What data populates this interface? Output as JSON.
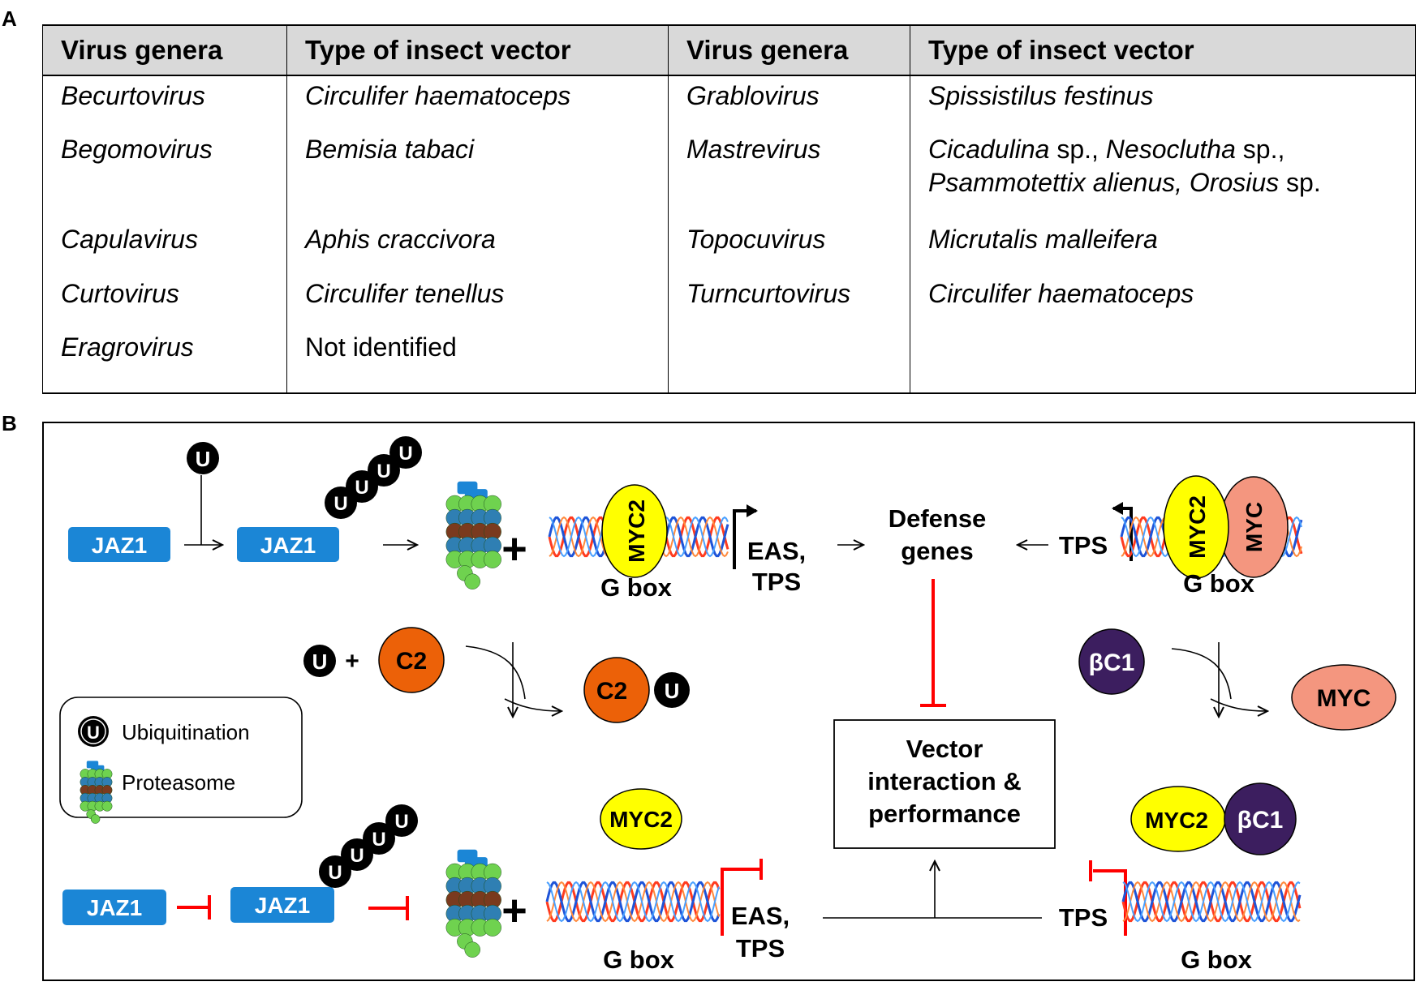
{
  "panels": {
    "a": "A",
    "b": "B"
  },
  "table": {
    "headers": [
      "Virus genera",
      "Type of insect vector",
      "Virus genera",
      "Type of insect vector"
    ],
    "rows": [
      {
        "g1": "Becurtovirus",
        "v1": "Circulifer haematoceps",
        "g2": "Grablovirus",
        "v2": "Spissistilus festinus"
      },
      {
        "g1": "Begomovirus",
        "v1": "Bemisia tabaci",
        "g2": "Mastrevirus",
        "v2_line1_a": "Cicadulina",
        "v2_line1_b": " sp., ",
        "v2_line1_c": "Nesoclutha",
        "v2_line1_d": " sp.,",
        "v2_line2_a": "Psammotettix alienus, Orosius",
        "v2_line2_b": " sp."
      },
      {
        "g1": "Capulavirus",
        "v1": "Aphis craccivora",
        "g2": "Topocuvirus",
        "v2": "Micrutalis malleifera"
      },
      {
        "g1": "Curtovirus",
        "v1": "Circulifer tenellus",
        "g2": "Turncurtovirus",
        "v2": "Circulifer haematoceps"
      },
      {
        "g1": "Eragrovirus",
        "v1": "Not identified",
        "g2": "",
        "v2": ""
      }
    ]
  },
  "diagram": {
    "u": "U",
    "jaz1": "JAZ1",
    "myc2": "MYC2",
    "myc": "MYC",
    "c2": "C2",
    "bc1": "βC1",
    "plus": "+",
    "gbox": "G box",
    "eas": "EAS,",
    "tps": "TPS",
    "defense_line1": "Defense",
    "defense_line2": "genes",
    "vector_line1": "Vector",
    "vector_line2": "interaction &",
    "vector_line3": "performance",
    "legend_ubiquitination": "Ubiquitination",
    "legend_proteasome": "Proteasome"
  },
  "colors": {
    "jaz_blue": "#1b86d6",
    "myc2_yellow": "#ffff00",
    "myc_salmon": "#f4967f",
    "c2_orange": "#ec6108",
    "bc1_purple": "#3c1e5f",
    "inhibit_red": "#ff0000",
    "dna_red": "#ff3b1f",
    "dna_blue": "#1e54d8",
    "header_grey": "#d9d9d9"
  }
}
